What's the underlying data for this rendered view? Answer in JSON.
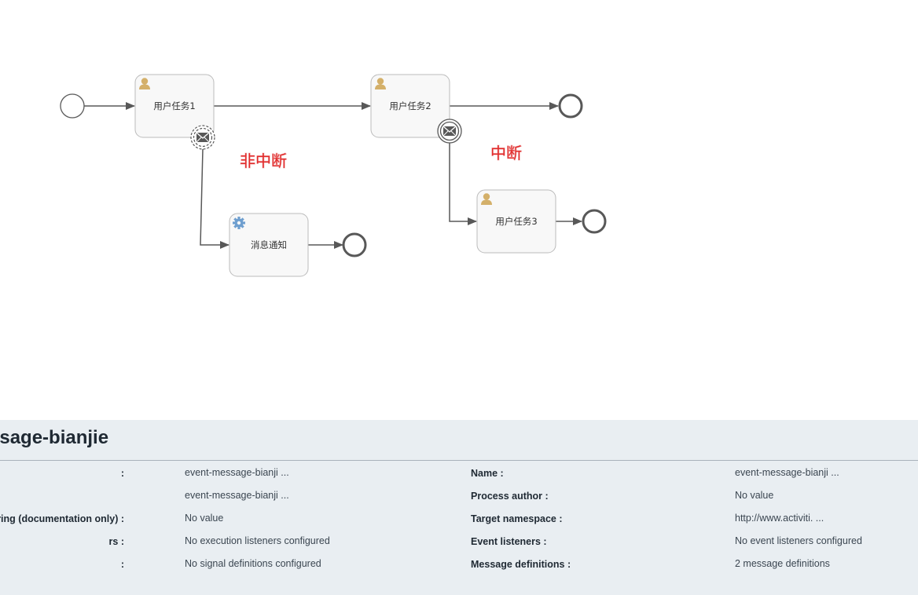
{
  "diagram": {
    "tasks": [
      {
        "id": "user-task-1",
        "label": "用户任务1",
        "type": "user"
      },
      {
        "id": "user-task-2",
        "label": "用户任务2",
        "type": "user"
      },
      {
        "id": "message-notify",
        "label": "消息通知",
        "type": "service"
      },
      {
        "id": "user-task-3",
        "label": "用户任务3",
        "type": "user"
      }
    ],
    "annotations": {
      "non_interrupting": "非中断",
      "interrupting": "中断"
    }
  },
  "panel": {
    "title": "ssage-bianjie",
    "left_rows": [
      {
        "label": ":",
        "value": "event-message-bianji ..."
      },
      {
        "label": "",
        "value": "event-message-bianji ..."
      },
      {
        "label": "tring (documentation only) :",
        "value": "No value"
      },
      {
        "label": "rs :",
        "value": "No execution listeners configured"
      },
      {
        "label": ":",
        "value": "No signal definitions configured"
      }
    ],
    "right_rows": [
      {
        "label": "Name :",
        "value": "event-message-bianji ..."
      },
      {
        "label": "Process author :",
        "value": "No value"
      },
      {
        "label": "Target namespace :",
        "value": "http://www.activiti. ..."
      },
      {
        "label": "Event listeners :",
        "value": "No event listeners configured"
      },
      {
        "label": "Message definitions :",
        "value": "2 message definitions"
      }
    ]
  },
  "colors": {
    "annotation_red": "#e22a2a",
    "user_icon": "#d4b06a",
    "service_icon": "#6f9fcf",
    "panel_bg": "#e9eef2"
  }
}
